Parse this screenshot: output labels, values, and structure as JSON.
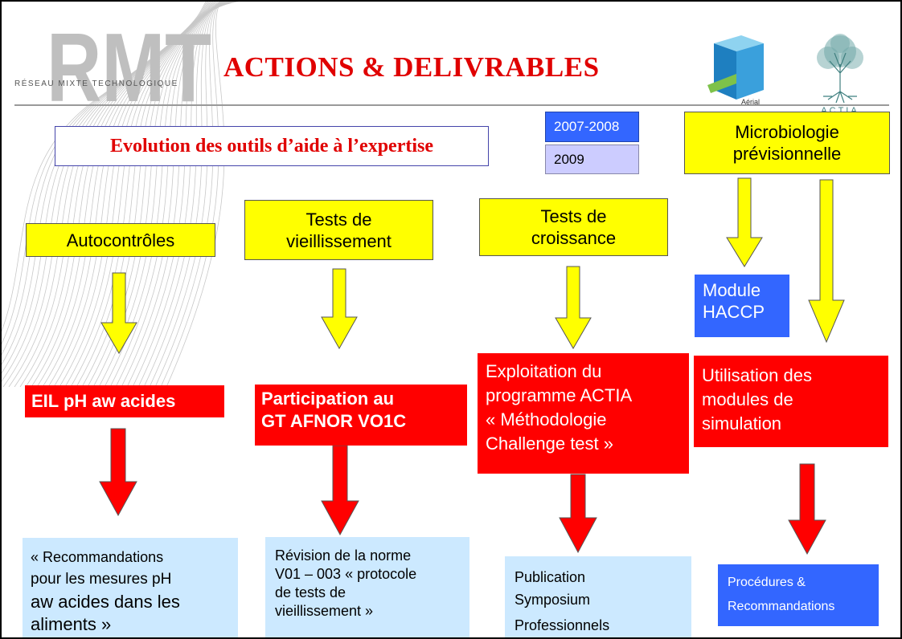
{
  "header": {
    "logo_text": "RMT",
    "logo_subtitle": "RÉSEAU MIXTE TECHNOLOGIQUE",
    "title": "ACTIONS & DELIVRABLES",
    "aerial_label": "Aérial",
    "actia_label": "ACTIA"
  },
  "subtitle": "Evolution des outils d’aide à l’expertise",
  "legend": {
    "y1": "2007-2008",
    "y2": "2009"
  },
  "columns": {
    "c1": {
      "top": "Autocontrôles",
      "action": "EIL pH aw acides",
      "deliv": [
        "« Recommandations",
        "pour les mesures pH",
        "aw acides dans les",
        "aliments »"
      ]
    },
    "c2": {
      "top": [
        "Tests de",
        "vieillissement"
      ],
      "action": [
        "Participation au",
        "GT AFNOR VO1C"
      ],
      "deliv": [
        "Révision de la norme",
        "V01 – 003 « protocole",
        "de tests de",
        "vieillissement »"
      ]
    },
    "c3": {
      "top": [
        "Tests de",
        "croissance"
      ],
      "action": [
        "Exploitation du",
        "programme ACTIA",
        "«  Méthodologie",
        "Challenge test »"
      ],
      "deliv": [
        "Publication",
        "Symposium",
        "Professionnels"
      ]
    },
    "c4": {
      "top": [
        "Microbiologie",
        "prévisionnelle"
      ],
      "module": [
        "Module",
        "HACCP"
      ],
      "action": [
        "Utilisation des",
        "modules de",
        "simulation"
      ],
      "deliv": [
        "Procédures &",
        "Recommandations"
      ]
    }
  },
  "colors": {
    "yellow": "#ffff00",
    "red": "#ff0000",
    "blue": "#3366ff",
    "lavender": "#ccccff",
    "lightblue": "#cce9ff",
    "title_red": "#e00000"
  }
}
